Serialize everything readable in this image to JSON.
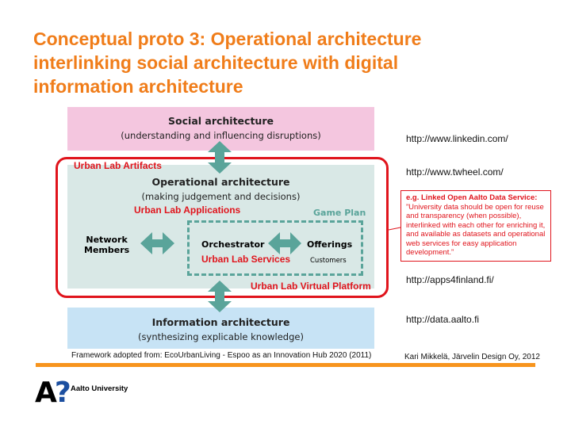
{
  "title": {
    "line1": "Conceptual proto 3: Operational architecture",
    "line2": "interlinking social architecture with digital",
    "line3": "information architecture"
  },
  "diagram": {
    "social": {
      "heading": "Social architecture",
      "sub": "(understanding and influencing disruptions)"
    },
    "operational": {
      "heading": "Operational architecture",
      "sub": "(making judgement and decisions)"
    },
    "information": {
      "heading": "Information architecture",
      "sub": "(synthesizing explicable knowledge)"
    },
    "network_members": {
      "line1": "Network",
      "line2": "Members"
    },
    "orchestrator": "Orchestrator",
    "offerings": "Offerings",
    "customers": "Customers",
    "game_plan": "Game Plan",
    "annotations": {
      "artifacts": "Urban Lab Artifacts",
      "applications": "Urban Lab Applications",
      "services": "Urban Lab Services",
      "platform": "Urban Lab Virtual Platform"
    },
    "framework_note": "Framework adopted from: EcoUrbanLiving - Espoo as an Innovation Hub 2020 (2011)"
  },
  "links": [
    "http://www.linkedin.com/",
    "http://www.twheel.com/",
    "http://apps4finland.fi/",
    "http://data.aalto.fi"
  ],
  "callout": {
    "heading": "e.g. Linked Open Aalto Data Service:",
    "body": "”University data should be open for reuse and transparency (when possible), interlinked with each other for enriching it, and available as datasets and operational web services for easy application development.”"
  },
  "credit": "Kari Mikkelä, Järvelin Design Oy, 2012",
  "logo": {
    "mark": "A?",
    "name": "Aalto University"
  },
  "colors": {
    "orange": "#f07d1a",
    "red": "#e0141c",
    "teal": "#5aa49a"
  }
}
